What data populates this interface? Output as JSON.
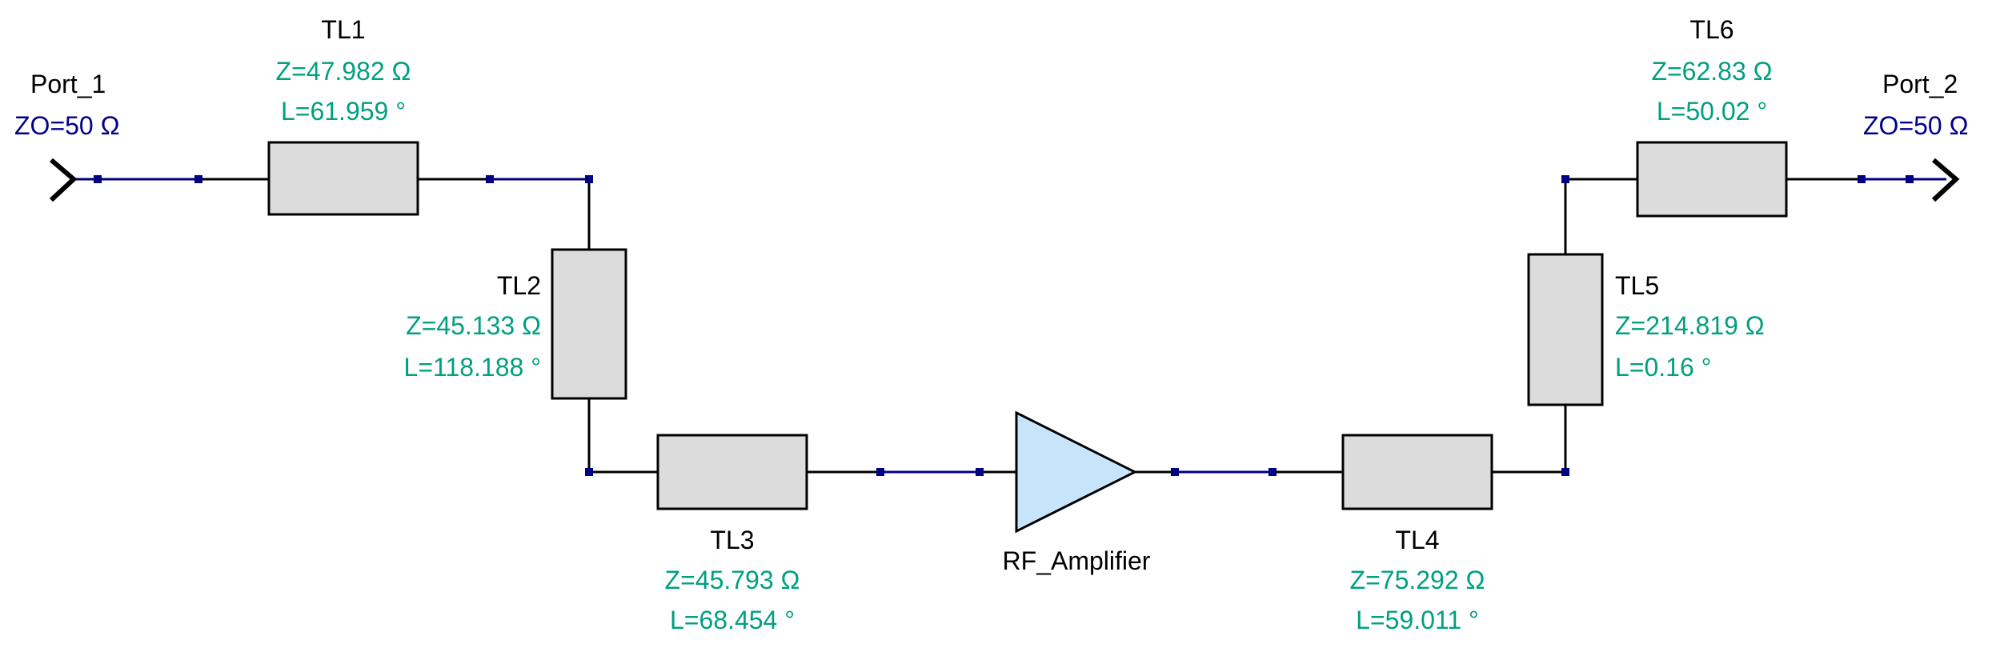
{
  "colors": {
    "name_text": "#000000",
    "param_text": "#00a080",
    "port_param_text": "#00008b",
    "node": "#000080",
    "port_wire": "#000080",
    "component_fill": "#dcdcdc",
    "amplifier_fill": "#c8e4fa"
  },
  "ports": [
    {
      "name": "Port_1",
      "param": "ZO=50 Ω"
    },
    {
      "name": "Port_2",
      "param": "ZO=50 Ω"
    }
  ],
  "lines": [
    {
      "name": "TL1",
      "z": "Z=47.982 Ω",
      "l": "L=61.959 °"
    },
    {
      "name": "TL2",
      "z": "Z=45.133 Ω",
      "l": "L=118.188 °"
    },
    {
      "name": "TL3",
      "z": "Z=45.793 Ω",
      "l": "L=68.454 °"
    },
    {
      "name": "TL4",
      "z": "Z=75.292 Ω",
      "l": "L=59.011 °"
    },
    {
      "name": "TL5",
      "z": "Z=214.819 Ω",
      "l": "L=0.16 °"
    },
    {
      "name": "TL6",
      "z": "Z=62.83 Ω",
      "l": "L=50.02 °"
    }
  ],
  "amplifier": {
    "name": "RF_Amplifier"
  }
}
